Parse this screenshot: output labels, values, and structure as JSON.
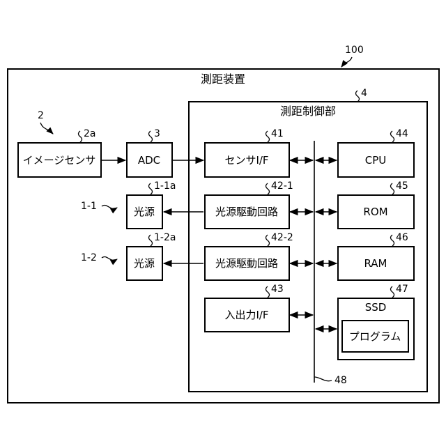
{
  "device": {
    "ref": "100",
    "title": "測距装置"
  },
  "control_unit": {
    "ref": "4",
    "title": "測距制御部"
  },
  "image_sensor": {
    "ref": "2",
    "sub_ref": "2a",
    "label": "イメージセンサ"
  },
  "adc": {
    "ref": "3",
    "label": "ADC"
  },
  "sensor_if": {
    "ref": "41",
    "label": "センサI/F"
  },
  "cpu": {
    "ref": "44",
    "label": "CPU"
  },
  "light_source_1": {
    "ref": "1-1",
    "sub_ref": "1-1a",
    "label": "光源"
  },
  "light_driver_1": {
    "ref": "42-1",
    "label": "光源駆動回路"
  },
  "rom": {
    "ref": "45",
    "label": "ROM"
  },
  "light_source_2": {
    "ref": "1-2",
    "sub_ref": "1-2a",
    "label": "光源"
  },
  "light_driver_2": {
    "ref": "42-2",
    "label": "光源駆動回路"
  },
  "ram": {
    "ref": "46",
    "label": "RAM"
  },
  "io_if": {
    "ref": "43",
    "label": "入出力I/F"
  },
  "ssd": {
    "ref": "47",
    "label": "SSD",
    "program_label": "プログラム"
  },
  "bus": {
    "ref": "48"
  }
}
